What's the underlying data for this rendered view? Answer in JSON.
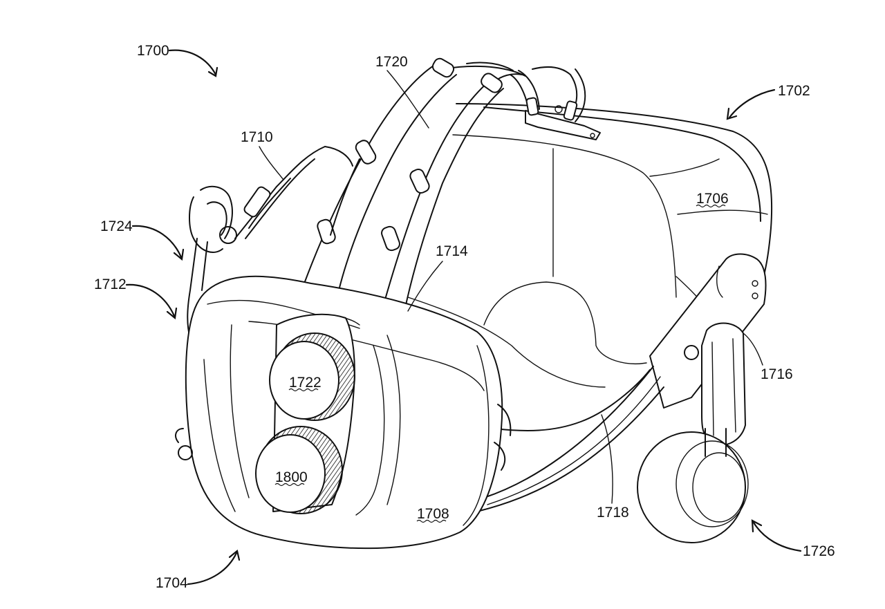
{
  "figure": {
    "labels": {
      "l1700": "1700",
      "l1702": "1702",
      "l1704": "1704",
      "l1706": "1706",
      "l1708": "1708",
      "l1710": "1710",
      "l1712": "1712",
      "l1714": "1714",
      "l1716": "1716",
      "l1718": "1718",
      "l1720": "1720",
      "l1722": "1722",
      "l1724": "1724",
      "l1726": "1726",
      "l1800": "1800"
    }
  }
}
